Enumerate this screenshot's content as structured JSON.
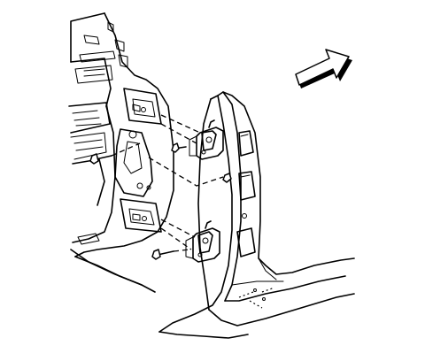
{
  "diagram": {
    "parts": [
      {
        "name": "door-frame-panel"
      },
      {
        "name": "center-pillar"
      },
      {
        "name": "upper-hinge"
      },
      {
        "name": "lower-hinge"
      },
      {
        "name": "hinge-bolt"
      },
      {
        "name": "direction-arrow"
      }
    ],
    "colors": {
      "line": "#000000",
      "background": "#ffffff",
      "arrow_fill": "#000000"
    },
    "icons": {
      "direction": "forward-arrow-icon"
    }
  }
}
